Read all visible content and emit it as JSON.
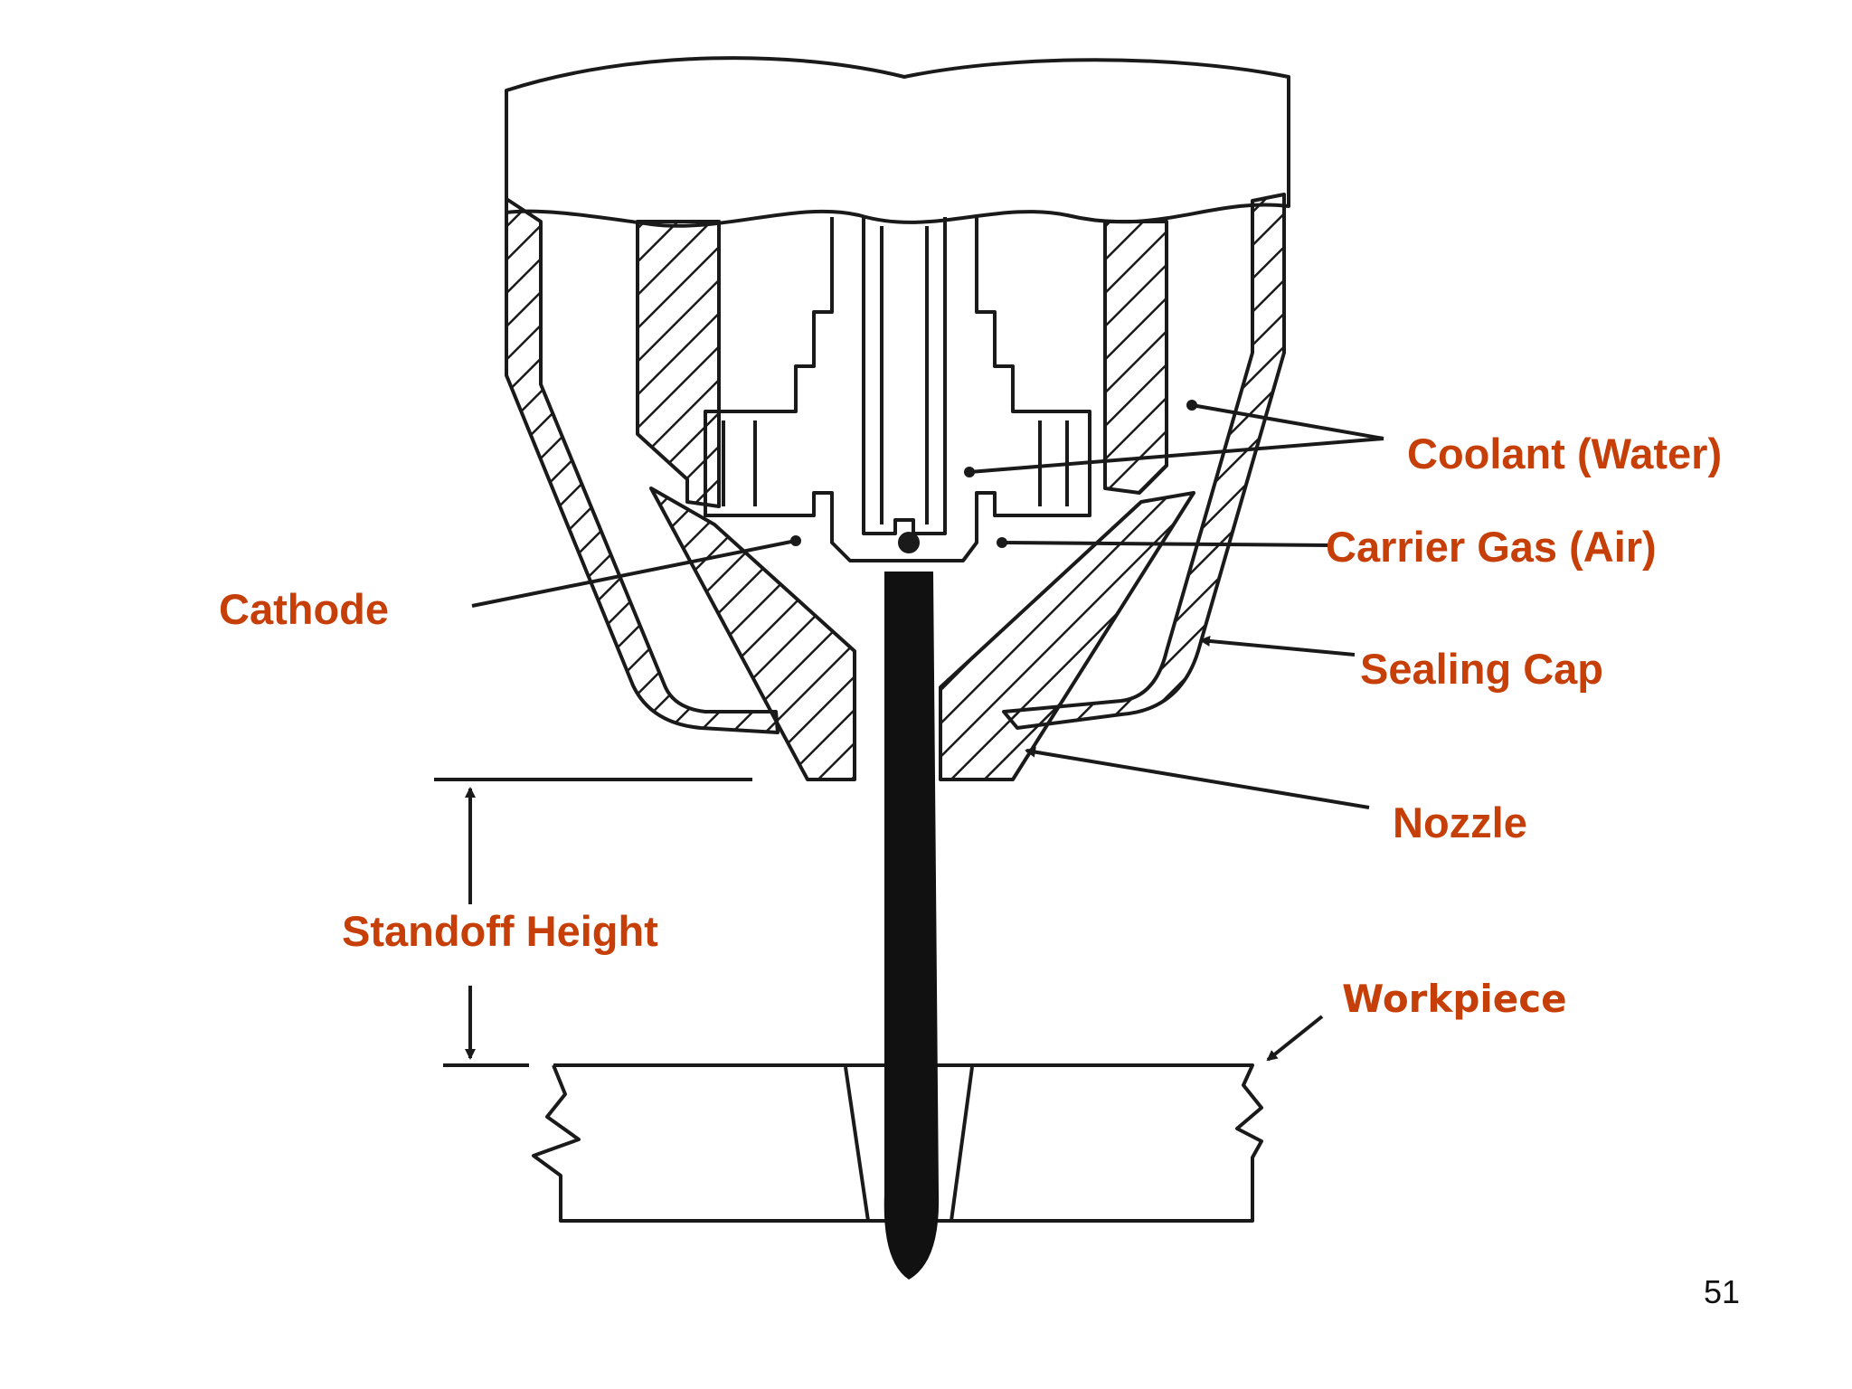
{
  "labels": {
    "coolant": "Coolant (Water)",
    "carrier_gas": "Carrier Gas (Air)",
    "cathode": "Cathode",
    "sealing_cap": "Sealing Cap",
    "nozzle": "Nozzle",
    "standoff": "Standoff Height",
    "workpiece": "Workpiece"
  },
  "page_number": "51",
  "colors": {
    "label": "#c63f08",
    "line": "#1a1a1a"
  }
}
